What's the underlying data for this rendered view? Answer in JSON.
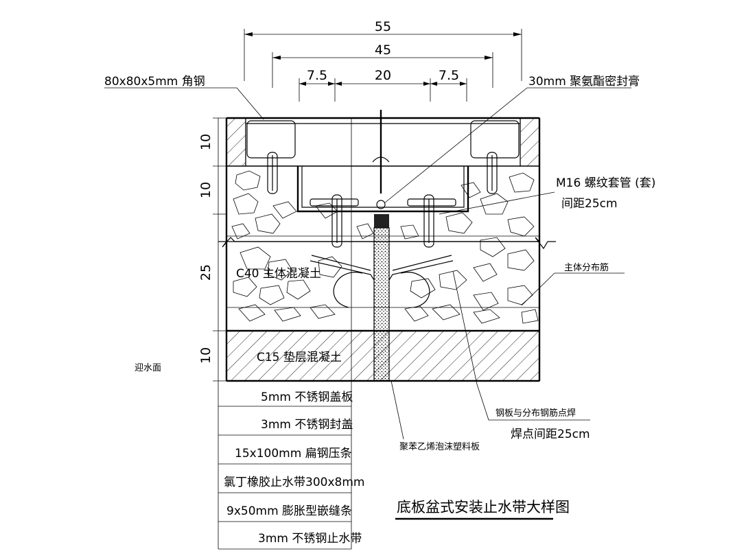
{
  "dimensions": {
    "overall": "55",
    "inner": "45",
    "left_gap": "7.5",
    "center": "20",
    "right_gap": "7.5"
  },
  "vertical_dimensions": [
    "10",
    "10",
    "25",
    "10"
  ],
  "labels": {
    "angle_steel": "80x80x5mm 角钢",
    "seal_cord": "30mm 聚氨酯密封膏",
    "bolt_sleeve": "M16 螺纹套管 (套)",
    "bolt_spacing": "间距25cm",
    "main_rebar": "主体分布筋",
    "c40": "C40 主体混凝土",
    "c15": "C15 垫层混凝土",
    "water_face": "迎水面",
    "weld_note": "钢板与分布钢筋点焊",
    "weld_spacing": "焊点间距25cm",
    "foam_board": "聚苯乙烯泡沫塑料板"
  },
  "legend": [
    "5mm 不锈钢盖板",
    "3mm 不锈钢封盖",
    "15x100mm 扁钢压条",
    "氯丁橡胶止水带300x8mm",
    "9x50mm 膨胀型嵌缝条",
    "3mm 不锈钢止水带"
  ],
  "title": "底板盆式安装止水带大样图"
}
